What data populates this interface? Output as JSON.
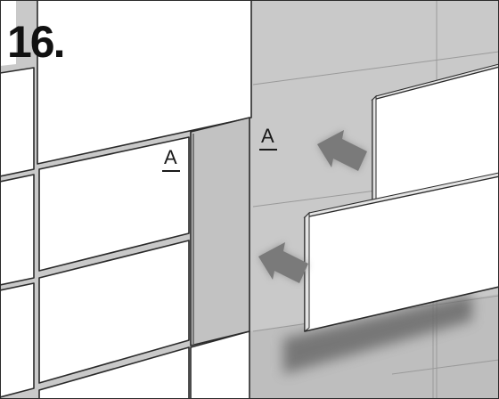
{
  "step": {
    "number": "16."
  },
  "labels": [
    {
      "text": "A"
    },
    {
      "text": "A"
    }
  ],
  "colors": {
    "wall": "#c9c9c9",
    "wall_lower": "#bebebe",
    "tile": "#ffffff",
    "gap": "#c2c2c2",
    "line": "#2a2a2a",
    "arrow": "#7a7a7a",
    "shadow": "#6a6a6a"
  },
  "icons": [
    "arrow-left-icon",
    "arrow-left-icon"
  ]
}
